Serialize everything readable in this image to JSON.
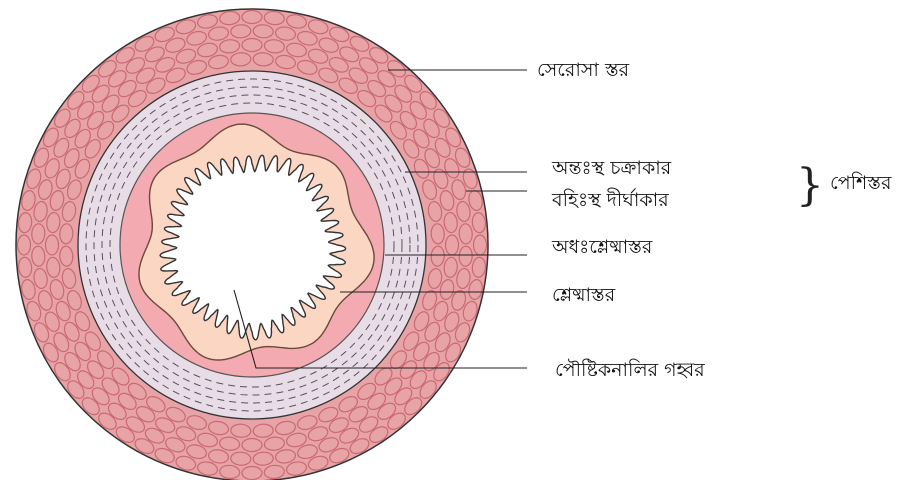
{
  "diagram": {
    "labels": {
      "serosa": "সেরোসা স্তর",
      "inner_circular": "অন্তঃস্থ চক্রাকার",
      "outer_longitudinal": "বহিঃস্থ দীর্ঘাকার",
      "submucosa": "অধঃশ্লেষ্মাস্তর",
      "mucosa": "শ্লেষ্মাস্তর",
      "lumen": "পৌষ্টিকনালির গহ্বর",
      "muscle_group": "পেশিস্তর",
      "brace": "}"
    },
    "colors": {
      "outer_layer": "#e8a3a6",
      "outer_layer_cells": "#c86a72",
      "muscle_layer": "#e8dde6",
      "muscle_dashes": "#5a5060",
      "submucosa": "#f3aab0",
      "mucosa": "#fbd6c3",
      "lumen": "#ffffff",
      "outline": "#333333"
    }
  }
}
